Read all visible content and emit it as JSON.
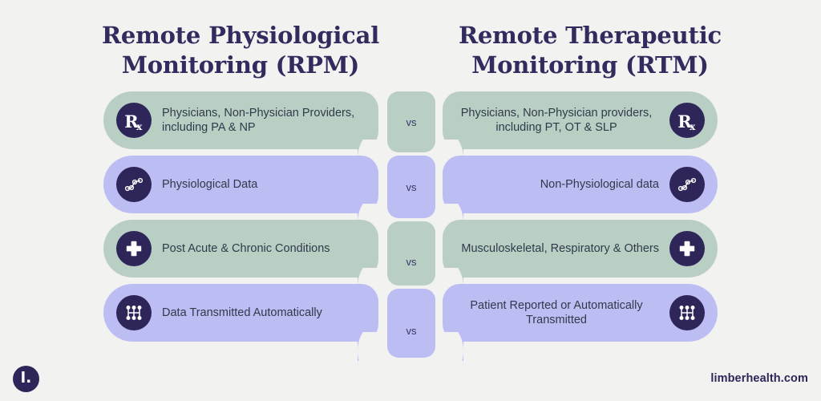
{
  "theme": {
    "background": "#F2F2F1",
    "green": "#BACFC4",
    "purple": "#BCBEF3",
    "dark_purple": "#2E2558",
    "title_color": "#322C5E",
    "body_text": "#2F3A4A"
  },
  "columns": {
    "left": {
      "title": "Remote Physiological Monitoring (RPM)"
    },
    "right": {
      "title": "Remote Therapeutic Monitoring (RTM)"
    }
  },
  "comparison_rows": [
    {
      "color": "green",
      "icon": "rx-icon",
      "left_text": "Physicians, Non-Physician Providers, including PA & NP",
      "vs_label": "vs",
      "right_text": "Physicians, Non-Physician providers, including PT, OT & SLP"
    },
    {
      "color": "purple",
      "icon": "line-chart-icon",
      "left_text": "Physiological Data",
      "vs_label": "vs",
      "right_text": "Non-Physiological data"
    },
    {
      "color": "green",
      "icon": "medical-cross-icon",
      "left_text": "Post Acute & Chronic Conditions",
      "vs_label": "vs",
      "right_text": "Musculoskeletal, Respiratory & Others"
    },
    {
      "color": "purple",
      "icon": "network-nodes-icon",
      "left_text": "Data Transmitted Automatically",
      "vs_label": "vs",
      "right_text": "Patient Reported or Automatically Transmitted"
    }
  ],
  "footer": {
    "logo_mark": "l.",
    "site_url": "limberhealth.com"
  }
}
